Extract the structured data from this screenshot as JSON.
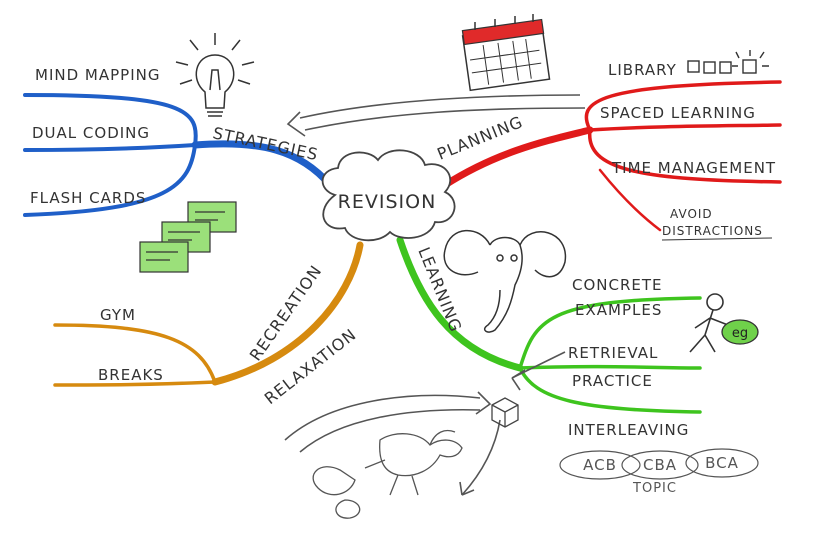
{
  "center": "REVISION",
  "colors": {
    "strategies": "#1f5fc8",
    "planning": "#e01a1a",
    "learning": "#3ec41e",
    "recreation": "#d68a0f",
    "ink": "#333333",
    "note_fill": "#9be07a",
    "calendar_top": "#e02a2a"
  },
  "branches": {
    "strategies": {
      "title": "STRATEGIES",
      "items": [
        "MIND MAPPING",
        "DUAL CODING",
        "FLASH CARDS"
      ]
    },
    "planning": {
      "title": "PLANNING",
      "items": [
        "LIBRARY",
        "SPACED LEARNING",
        "TIME MANAGEMENT"
      ],
      "sub": [
        "AVOID",
        "DISTRACTIONS"
      ]
    },
    "learning": {
      "title": "LEARNING",
      "items": [
        "CONCRETE",
        "EXAMPLES",
        "RETRIEVAL",
        "PRACTICE",
        "INTERLEAVING"
      ],
      "badge": "eg",
      "interleave": [
        "ACB",
        "CBA",
        "BCA"
      ],
      "topic": "TOPIC"
    },
    "recreation": {
      "title": "RECREATION",
      "title2": "RELAXATION",
      "items": [
        "GYM",
        "BREAKS"
      ]
    }
  },
  "icons": [
    "lightbulb-icon",
    "calendar-icon",
    "flashcards-icon",
    "elephant-icon",
    "stick-figure-icon",
    "dog-icon",
    "box-icon"
  ]
}
